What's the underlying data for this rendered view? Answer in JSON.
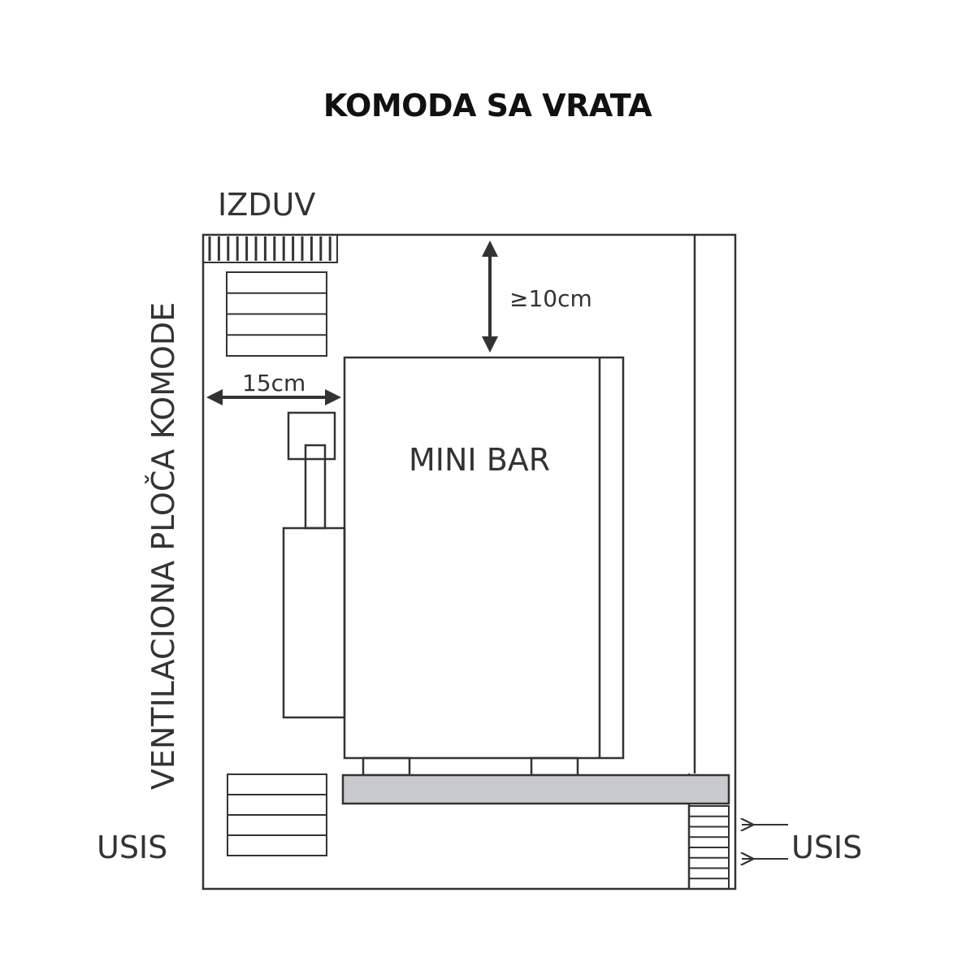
{
  "title": "KOMODA SA VRATA",
  "labels": {
    "exhaust": "IZDUV",
    "side_panel": "VENTILACIONA PLOČA KOMODE",
    "intake_left": "USIS",
    "intake_right": "USIS",
    "mini_bar": "MINI BAR",
    "top_clearance": "≥10cm",
    "side_clearance": "15cm"
  },
  "colors": {
    "line": "#333333",
    "shelf": "#c9c9d0",
    "text": "#333333"
  }
}
